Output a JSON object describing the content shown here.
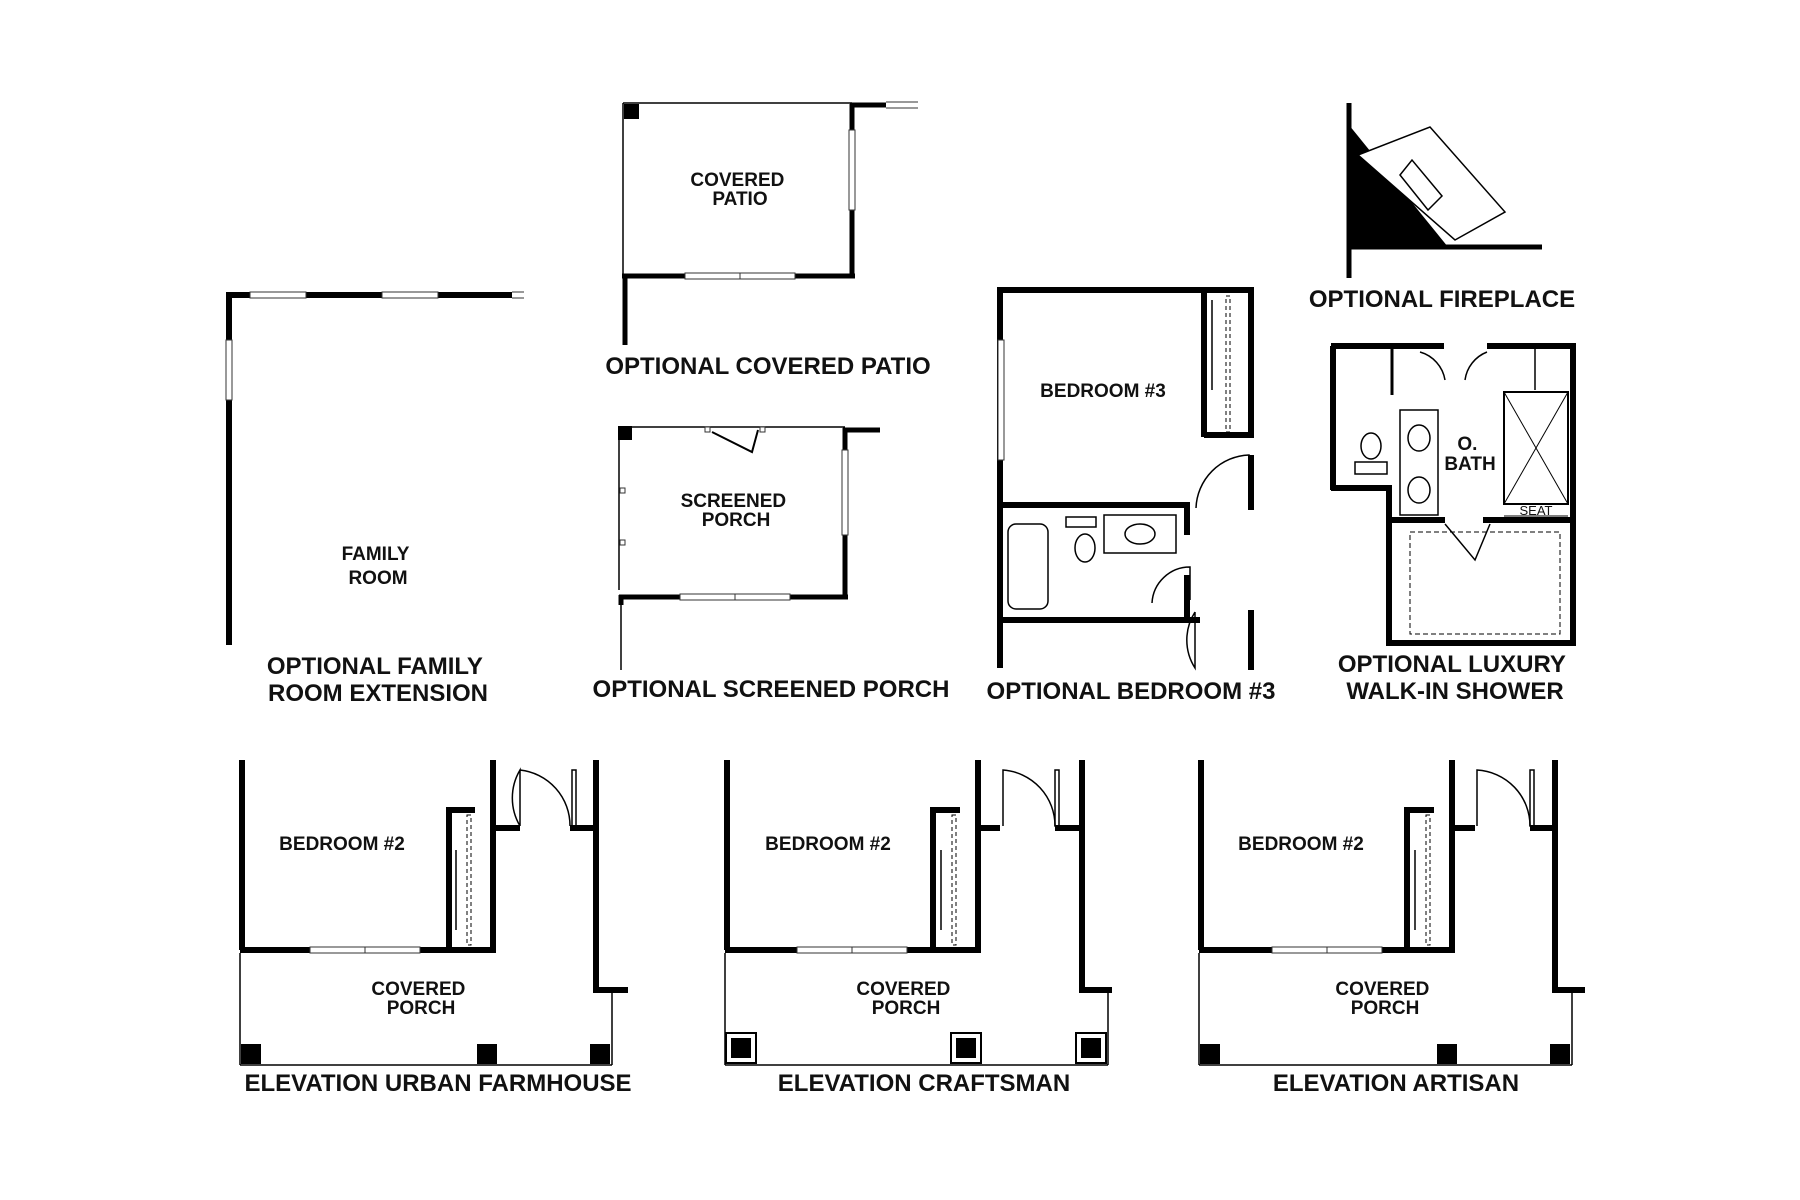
{
  "labels": {
    "family_room": [
      "FAMILY",
      "ROOM"
    ],
    "covered_patio": [
      "COVERED",
      "PATIO"
    ],
    "screened_porch": [
      "SCREENED",
      "PORCH"
    ],
    "bedroom3": "BEDROOM #3",
    "o_bath": [
      "O.",
      "BATH"
    ],
    "seat": "SEAT",
    "bedroom2": "BEDROOM #2",
    "covered_porch": [
      "COVERED",
      "PORCH"
    ]
  },
  "titles": {
    "family_room_ext": [
      "OPTIONAL FAMILY",
      "ROOM EXTENSION"
    ],
    "covered_patio": "OPTIONAL COVERED PATIO",
    "screened_porch": "OPTIONAL SCREENED PORCH",
    "bedroom3": "OPTIONAL BEDROOM #3",
    "fireplace": "OPTIONAL FIREPLACE",
    "luxury_shower": [
      "OPTIONAL LUXURY",
      "WALK-IN SHOWER"
    ],
    "urban_farmhouse": "ELEVATION URBAN FARMHOUSE",
    "craftsman": "ELEVATION CRAFTSMAN",
    "artisan": "ELEVATION ARTISAN"
  },
  "colors": {
    "wall": "#000000",
    "line": "#333333",
    "background": "#ffffff"
  }
}
